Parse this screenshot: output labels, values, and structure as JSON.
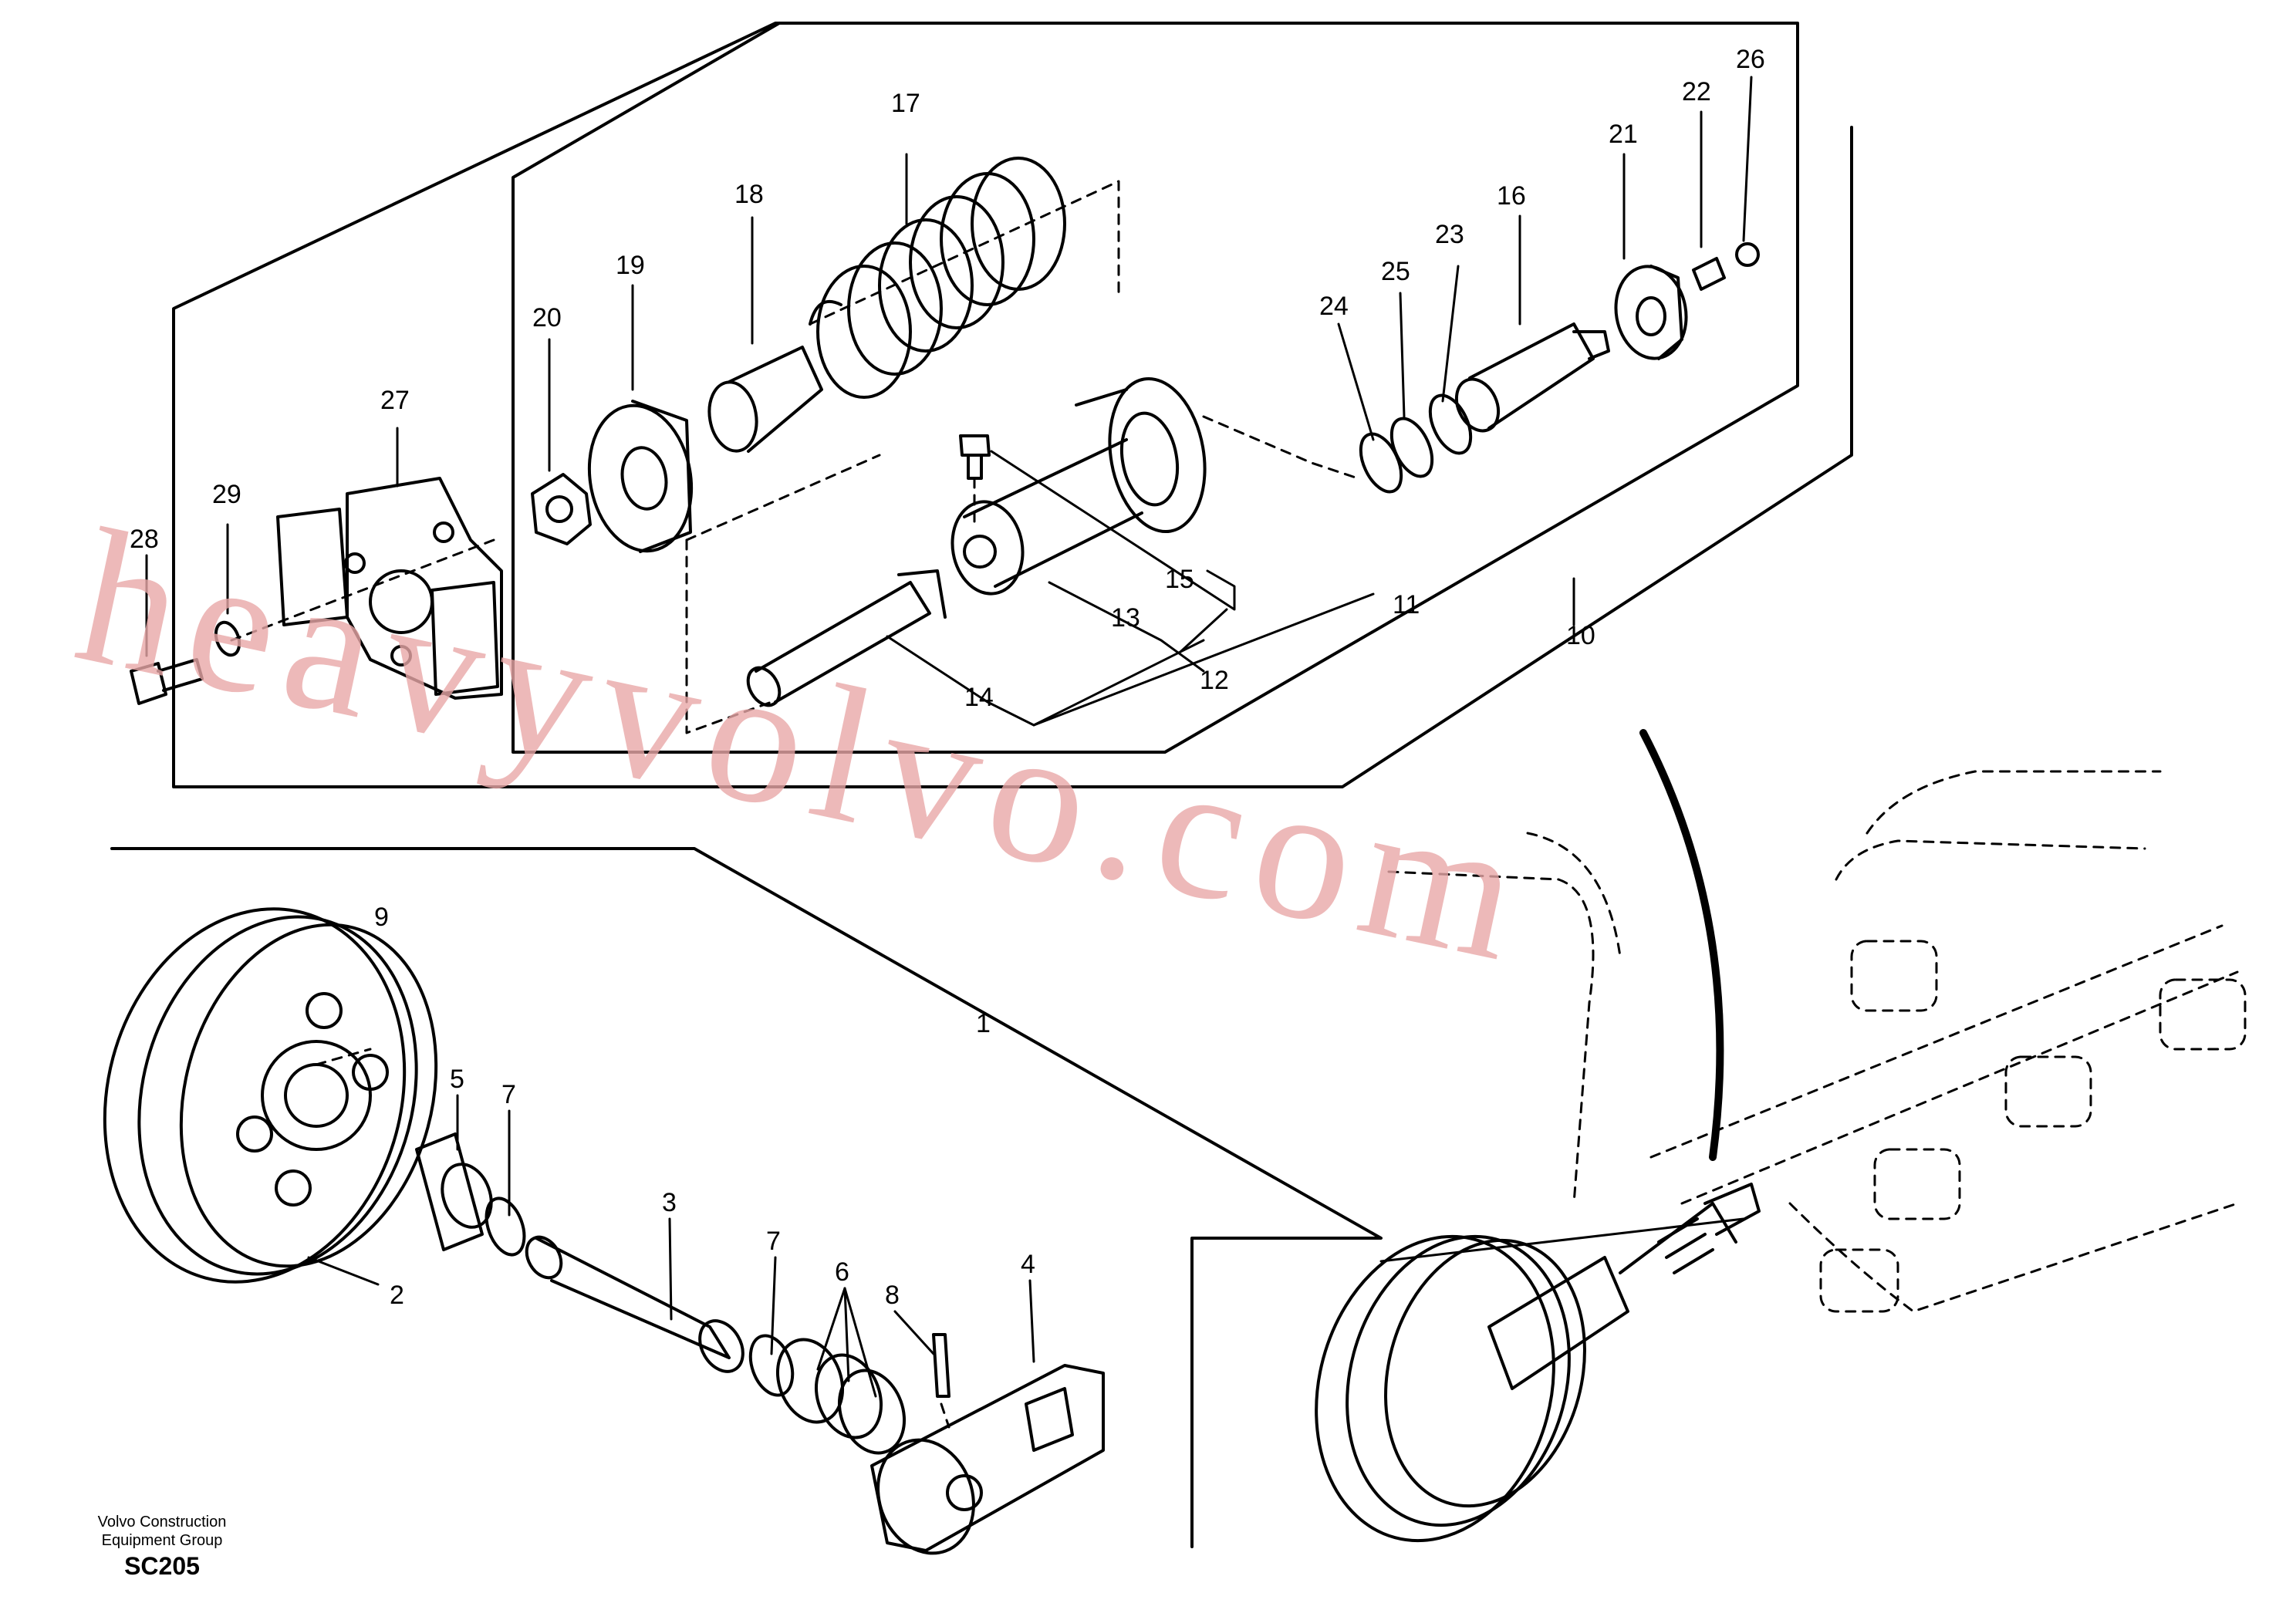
{
  "callouts": [
    "1",
    "2",
    "3",
    "4",
    "5",
    "6",
    "7",
    "8",
    "9",
    "10",
    "11",
    "12",
    "13",
    "14",
    "15",
    "16",
    "17",
    "18",
    "19",
    "20",
    "21",
    "22",
    "23",
    "24",
    "25",
    "26",
    "27",
    "28",
    "29"
  ],
  "watermark": "heavyvolvo.com",
  "footer": {
    "line1": "Volvo Construction",
    "line2": "Equipment Group",
    "code": "SC205"
  }
}
